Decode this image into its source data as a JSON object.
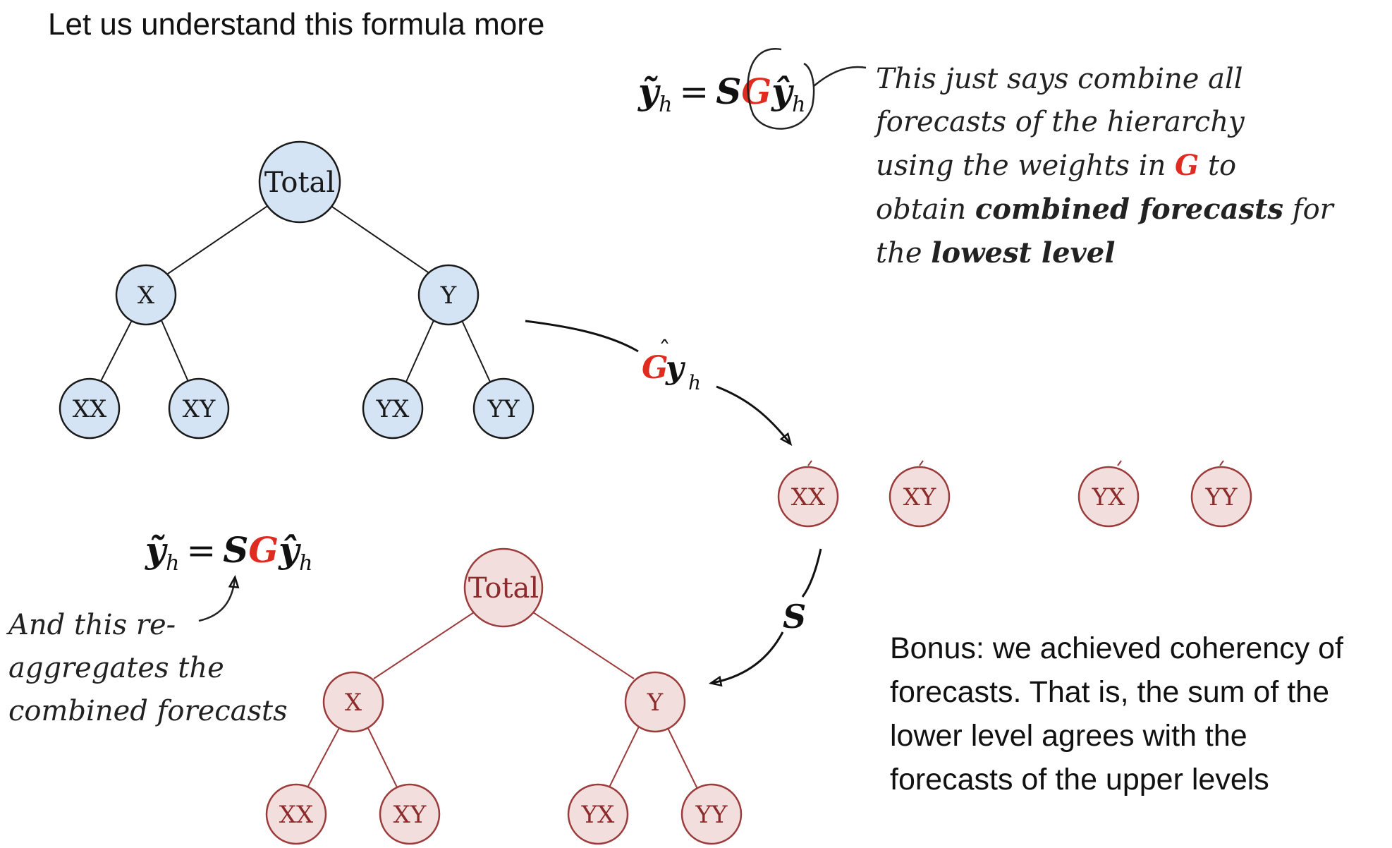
{
  "title": "Let us understand this formula more",
  "formula": {
    "y": "y",
    "sub": "h",
    "eq": "=",
    "S": "S",
    "G": "G"
  },
  "annotation_top": {
    "lines": [
      "This just says combine all",
      "forecasts of the hierarchy",
      "using the weights in",
      "to",
      "obtain",
      "combined forecasts",
      "for",
      "the",
      "lowest level"
    ]
  },
  "annotation_bottom": {
    "lines": [
      "And this re-",
      "aggregates the",
      "combined forecasts"
    ]
  },
  "arrow_label_g": "G",
  "arrow_label_s": "S",
  "bonus": {
    "lines": [
      "Bonus: we achieved coherency of",
      "forecasts. That is, the sum of the",
      "lower level agrees with the",
      "forecasts of the upper levels"
    ]
  },
  "tree_blue": {
    "nodes": [
      "Total",
      "X",
      "Y",
      "XX",
      "XY",
      "YX",
      "YY"
    ]
  },
  "bottom_row": {
    "nodes": [
      "XX",
      "XY",
      "YX",
      "YY"
    ]
  },
  "tree_red": {
    "nodes": [
      "Total",
      "X",
      "Y",
      "XX",
      "XY",
      "YX",
      "YY"
    ]
  },
  "colors": {
    "blue_fill": "#d4e4f4",
    "blue_stroke": "#1a1a1a",
    "red_fill": "#f2dedc",
    "red_stroke": "#9c3b3b",
    "red_text": "#8c2b2b",
    "accent_red": "#e02b20"
  }
}
